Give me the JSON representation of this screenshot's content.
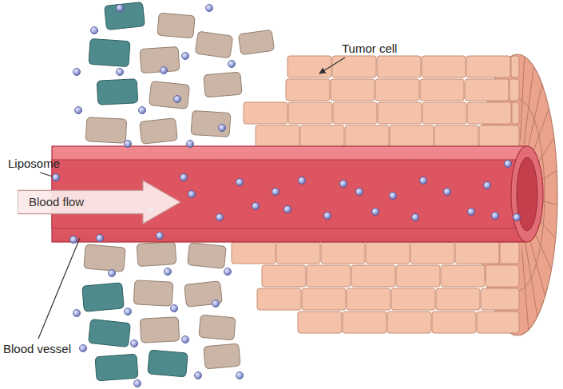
{
  "diagram": {
    "nodes": [
      {
        "text": [
          "Blood flow"
        ]
      }
    ],
    "labels": [
      "Tumor cell",
      "Liposome",
      "Blood vessel"
    ]
  }
}
